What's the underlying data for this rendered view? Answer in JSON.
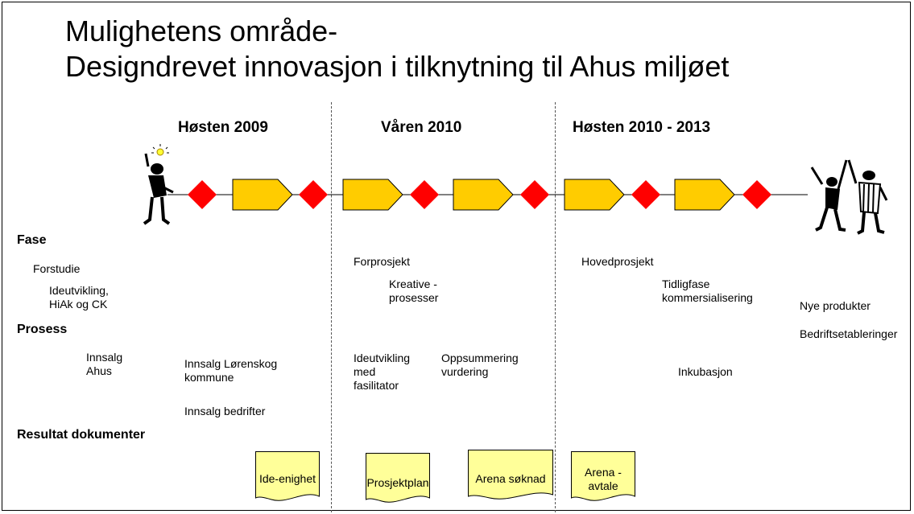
{
  "title": {
    "line1": "Mulighetens område-",
    "line2": "Designdrevet innovasjon i tilknytning til Ahus miljøet"
  },
  "periods": [
    "Høsten 2009",
    "Våren  2010",
    "Høsten 2010 - 2013"
  ],
  "row_labels": {
    "fase": "Fase",
    "prosess": "Prosess",
    "resultat": "Resultat dokumenter"
  },
  "phase1": {
    "forstudie": "Forstudie",
    "ideutvikling_1": "Ideutvikling,",
    "ideutvikling_2": "HiAk og CK",
    "innsalg_ahus_1": "Innsalg",
    "innsalg_ahus_2": "Ahus",
    "innsalg_lorenskog_1": "Innsalg Lørenskog",
    "innsalg_lorenskog_2": "kommune",
    "innsalg_bedrifter": "Innsalg bedrifter"
  },
  "phase2": {
    "forprosjekt": "Forprosjekt",
    "kreative_1": "Kreative -",
    "kreative_2": "prosesser",
    "ideutvikling_1": "Ideutvikling",
    "ideutvikling_2": "med",
    "ideutvikling_3": "fasilitator",
    "oppsummering_1": "Oppsummering",
    "oppsummering_2": "vurdering"
  },
  "phase3": {
    "hovedprosjekt": "Hovedprosjekt",
    "tidligfase_1": "Tidligfase",
    "tidligfase_2": "kommersialisering",
    "inkubasjon": "Inkubasjon"
  },
  "outcomes": {
    "nye_produkter": "Nye produkter",
    "bedriftsetableringer": "Bedriftsetableringer"
  },
  "documents": {
    "ide_enighet": "Ide-enighet",
    "prosjektplan": "Prosjektplan",
    "arena_soknad": "Arena søknad",
    "arena_avtale_1": "Arena -",
    "arena_avtale_2": "avtale"
  },
  "colors": {
    "milestone": "#ff0000",
    "phase_arrow": "#ffcc00",
    "document": "#ffff99",
    "divider": "#555555"
  },
  "icons": [
    "idea-person-icon",
    "celebrating-people-icon",
    "lightbulb-icon"
  ]
}
